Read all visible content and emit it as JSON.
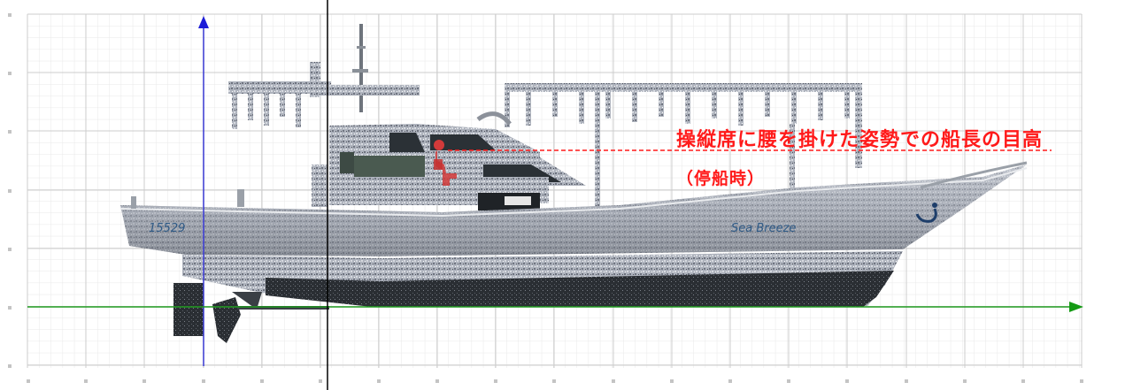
{
  "annotation": {
    "main": "操縦席に腰を掛けた姿勢での船長の目高",
    "sub": "（停船時）"
  },
  "boat": {
    "name": "Sea Breeze",
    "registration": "15529"
  },
  "colors": {
    "grid_major": "#c8c8c8",
    "grid_minor": "#e6e6e6",
    "y_axis": "#3b3bd6",
    "x_axis": "#1f9a1f",
    "annotation": "#ff1a1a",
    "hull": "#b8bcc6",
    "hull_bottom": "#1e2124"
  },
  "icons": {
    "y_arrow": "up-arrow-icon",
    "x_arrow": "right-arrow-icon"
  }
}
